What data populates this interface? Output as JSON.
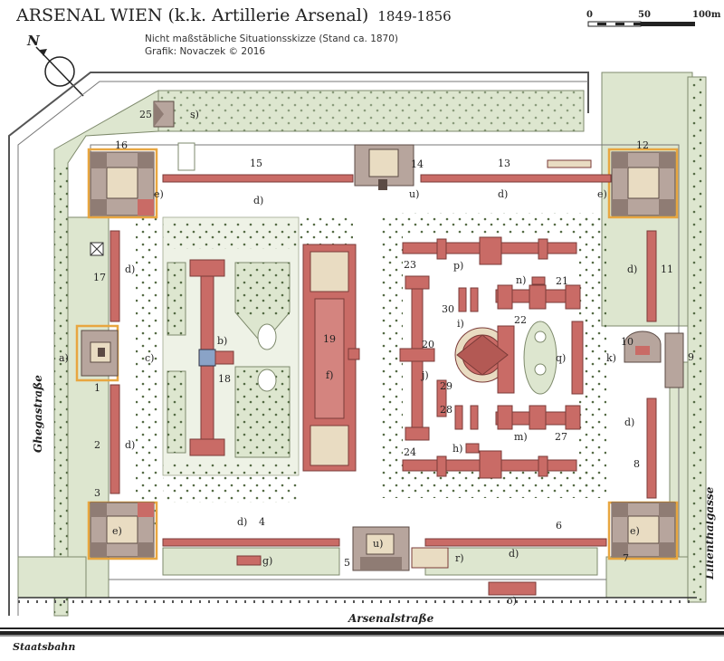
{
  "title": "ARSENAL WIEN (k.k. Artillerie Arsenal)",
  "years": "1849-1856",
  "subtitle": "Nicht maßstäbliche Situationsskizze (Stand ca. 1870)",
  "credit": "Grafik: Novaczek © 2016",
  "scale": {
    "labels": [
      "0",
      "50",
      "100m"
    ]
  },
  "north_symbol": "N",
  "streets": {
    "ghega": "Ghegastraße",
    "lilienthal": "Lilienthalgasse",
    "arsenal": "Arsenalstraße",
    "staatsbahn": "Staatsbahn"
  },
  "building_numbers": [
    "1",
    "2",
    "3",
    "4",
    "5",
    "6",
    "7",
    "8",
    "9",
    "10",
    "11",
    "12",
    "13",
    "14",
    "15",
    "16",
    "17",
    "18",
    "19",
    "20",
    "21",
    "22",
    "23",
    "24",
    "25",
    "27",
    "28",
    "29",
    "30"
  ],
  "letter_labels": [
    "a)",
    "b)",
    "c)",
    "d)",
    "e)",
    "f)",
    "g)",
    "h)",
    "i)",
    "j)",
    "k)",
    "m)",
    "n)",
    "o)",
    "p)",
    "q)",
    "r)",
    "s)",
    "u)"
  ],
  "colors": {
    "building": "#c96b66",
    "building_dark": "#7a3b38",
    "tower": "#a38e86",
    "garden": "#dde6cf",
    "garden_edge": "#7e8a6c",
    "yard": "#e9dcc2",
    "outline": "#e8a640"
  }
}
